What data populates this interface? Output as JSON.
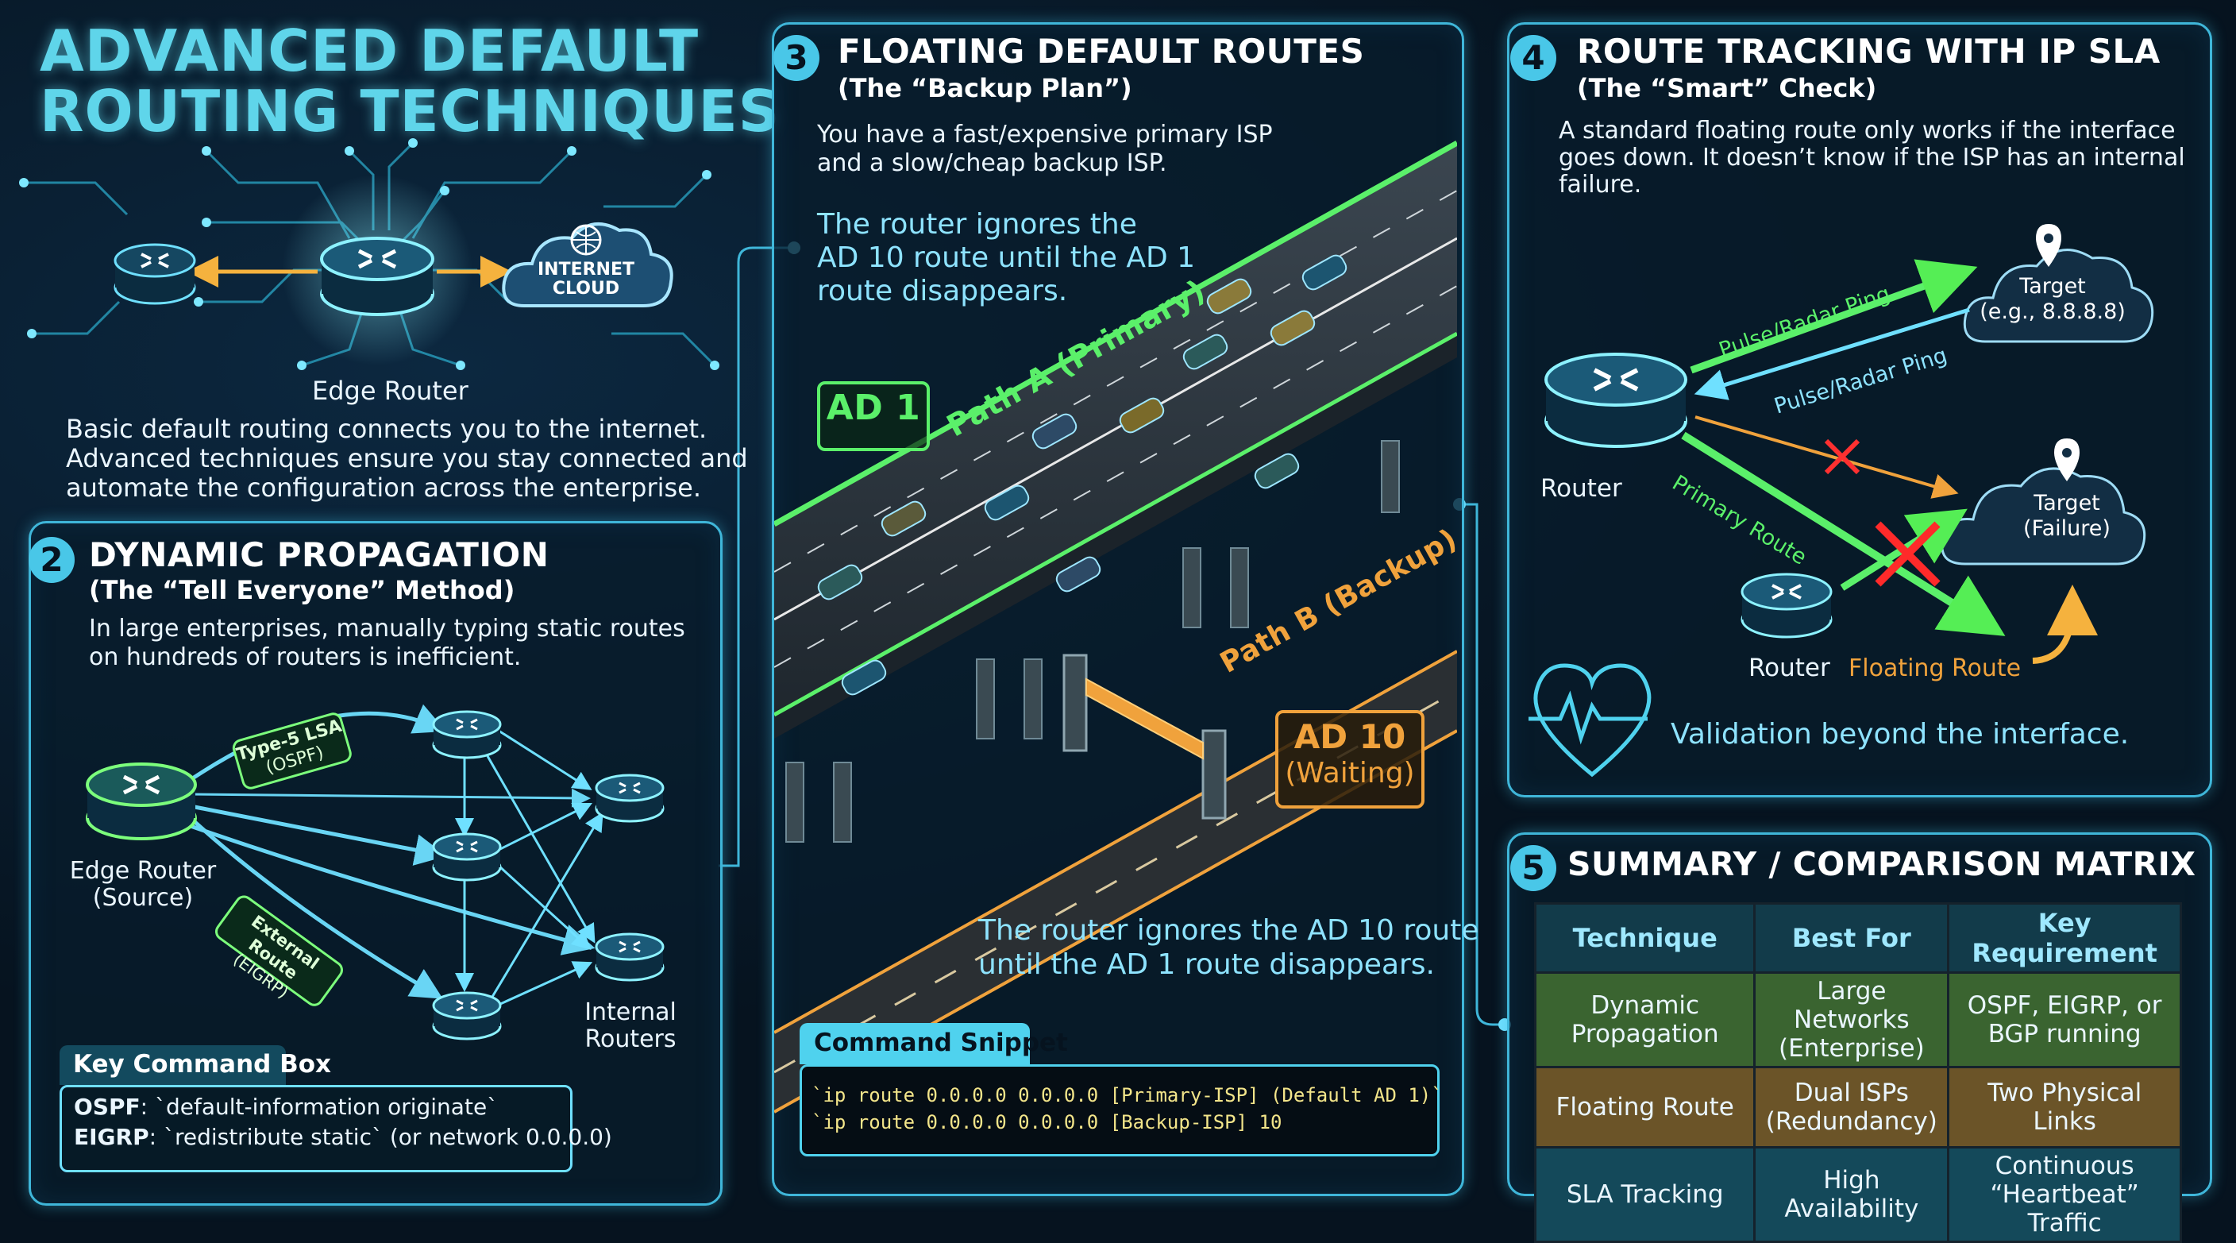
{
  "title": [
    "ADVANCED DEFAULT",
    "ROUTING TECHNIQUES"
  ],
  "intro": {
    "edge_router_label": "Edge Router",
    "cloud_label": [
      "INTERNET",
      "CLOUD"
    ],
    "text": [
      "Basic default routing connects you to the internet.",
      "Advanced techniques ensure you stay connected and",
      "automate the configuration across the enterprise."
    ]
  },
  "section2": {
    "number": "2",
    "title": "DYNAMIC PROPAGATION",
    "subtitle": "(The “Tell Everyone” Method)",
    "text": [
      "In large enterprises, manually typing static routes",
      "on hundreds of routers is inefficient."
    ],
    "tag_lsa": [
      "Type-5 LSA",
      "(OSPF)"
    ],
    "tag_ext": [
      "External Route",
      "(EIGRP)"
    ],
    "source_label": [
      "Edge Router",
      "(Source)"
    ],
    "internal_label": [
      "Internal",
      "Routers"
    ],
    "key_box_title": "Key Command Box",
    "key_ospf_name": "OSPF",
    "key_ospf_cmd": ": `default-information originate`",
    "key_eigrp_name": "EIGRP",
    "key_eigrp_cmd": ": `redistribute static` (or network 0.0.0.0)"
  },
  "section3": {
    "number": "3",
    "title": "FLOATING DEFAULT ROUTES",
    "subtitle": "(The “Backup Plan”)",
    "text": [
      "You have a fast/expensive primary ISP",
      "and a slow/cheap backup ISP."
    ],
    "callout": [
      "The router ignores the",
      "AD 10 route until the AD 1",
      "route disappears."
    ],
    "ad1": "AD 1",
    "path_a": "Path A (Primary)",
    "path_b": "Path B (Backup)",
    "ad10": [
      "AD 10",
      "(Waiting)"
    ],
    "bottom_text": [
      "The router ignores the AD 10 route",
      "until the AD 1 route disappears."
    ],
    "snippet_title": "Command Snippet",
    "snippet_lines": [
      "`ip route 0.0.0.0 0.0.0.0 [Primary-ISP] (Default AD 1)`",
      "`ip route 0.0.0.0 0.0.0.0 [Backup-ISP] 10"
    ]
  },
  "section4": {
    "number": "4",
    "title": "ROUTE TRACKING WITH IP SLA",
    "subtitle": "(The “Smart” Check)",
    "text": [
      "A standard floating route only works if the interface",
      "goes down. It doesn’t know if the ISP has an internal",
      "failure."
    ],
    "target1": [
      "Target",
      "(e.g., 8.8.8.8)"
    ],
    "target2": [
      "Target",
      "(Failure)"
    ],
    "ping_out": "Pulse/Radar Ping",
    "ping_back": "Pulse/Radar Ping",
    "router_label": "Router",
    "primary_route": "Primary Route",
    "router2_label": "Router",
    "floating_route": "Floating Route",
    "validation": "Validation beyond the interface."
  },
  "section5": {
    "number": "5",
    "title": "SUMMARY / COMPARISON MATRIX",
    "headers": [
      "Technique",
      "Best For",
      "Key Requirement"
    ],
    "rows": [
      [
        [
          "Dynamic",
          "Propagation"
        ],
        [
          "Large Networks",
          "(Enterprise)"
        ],
        [
          "OSPF, EIGRP, or",
          "BGP running"
        ]
      ],
      [
        [
          "Floating Route"
        ],
        [
          "Dual ISPs",
          "(Redundancy)"
        ],
        [
          "Two Physical Links"
        ]
      ],
      [
        [
          "SLA Tracking"
        ],
        [
          "High Availability"
        ],
        [
          "Continuous",
          "“Heartbeat” Traffic"
        ]
      ]
    ]
  },
  "colors": {
    "accent": "#49c7e8",
    "primary_green": "#5bf06a",
    "backup_orange": "#f0a23c",
    "failure_red": "#ff3030"
  }
}
